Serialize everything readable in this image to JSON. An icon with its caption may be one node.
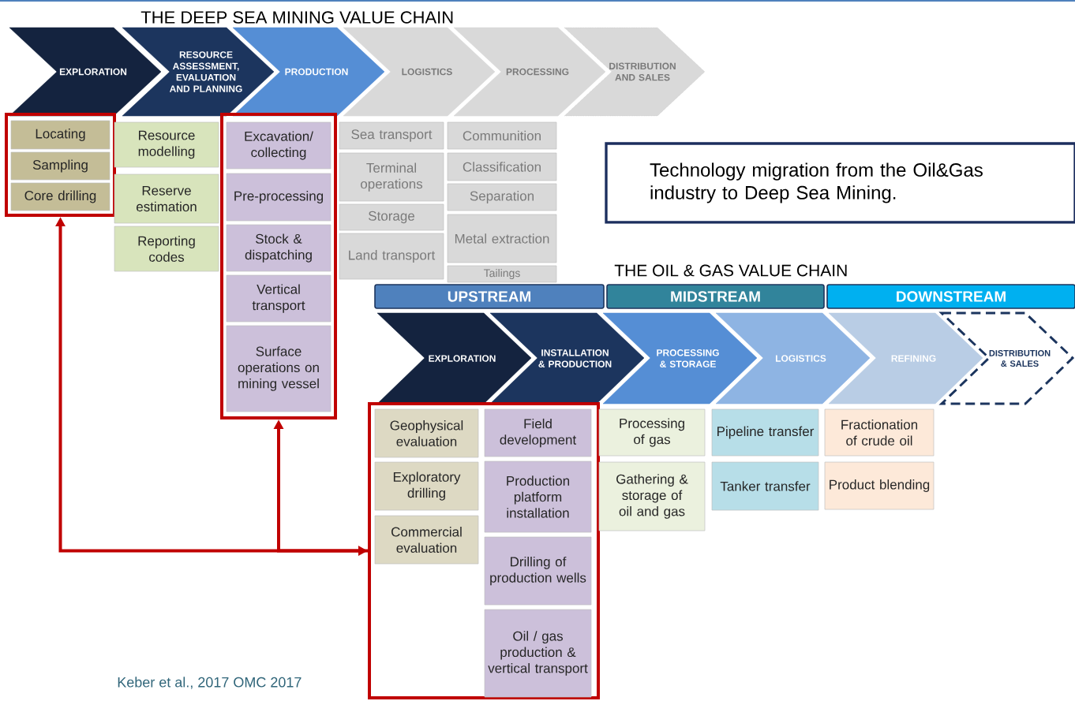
{
  "diagram": {
    "title": "THE DEEP SEA MINING VALUE CHAIN",
    "nodes": [
      {
        "text": [
          "EXPLORATION"
        ]
      },
      {
        "text": [
          "RESOURCE ASSESSMENT, EVALUATION AND PLANNING"
        ]
      },
      {
        "text": [
          "PRODUCTION"
        ]
      },
      {
        "text": [
          "LOGISTICS"
        ]
      },
      {
        "text": [
          "PROCESSING"
        ]
      },
      {
        "text": [
          "DISTRIBUTION AND SALES"
        ]
      },
      {
        "text": [],
        "shape": "box"
      },
      {
        "text": [
          "Locating"
        ],
        "in": 6
      },
      {
        "text": [
          "Sampling"
        ],
        "in": 6
      },
      {
        "text": [
          "Core drilling"
        ],
        "in": 6
      },
      {
        "text": [
          "Resource modelling"
        ]
      },
      {
        "text": [
          "Reserve estimation"
        ]
      },
      {
        "text": [
          "Reporting codes"
        ]
      },
      {
        "text": [],
        "shape": "box"
      },
      {
        "text": [
          "Excavation/ collecting"
        ],
        "in": 13
      },
      {
        "text": [
          "Pre-processing"
        ],
        "in": 13
      },
      {
        "text": [
          "Stock & dispatching"
        ],
        "in": 13
      },
      {
        "text": [
          "Vertical transport"
        ],
        "in": 13
      },
      {
        "text": [
          "Surface operations on mining vessel"
        ],
        "in": 13
      },
      {
        "text": [
          "Sea transport"
        ]
      },
      {
        "text": [
          "Terminal operations"
        ]
      },
      {
        "text": [
          "Storage"
        ]
      },
      {
        "text": [
          "Land transport"
        ]
      },
      {
        "text": [
          "Communition"
        ]
      },
      {
        "text": [
          "Classification"
        ]
      },
      {
        "text": [
          "Separation"
        ]
      },
      {
        "text": [
          "Metal extraction"
        ]
      },
      {
        "text": [
          "Tailings"
        ]
      },
      {
        "text": [
          "Technology migration from the Oil&Gas industry to Deep Sea Mining."
        ]
      },
      {
        "text": [
          "UPSTREAM"
        ]
      },
      {
        "text": [
          "MIDSTREAM"
        ]
      },
      {
        "text": [
          "DOWNSTREAM"
        ]
      },
      {
        "text": [
          "EXPLORATION"
        ]
      },
      {
        "text": [
          "INSTALLATION & PRODUCTION"
        ]
      },
      {
        "text": [
          "PROCESSING & STORAGE"
        ]
      },
      {
        "text": [
          "LOGISTICS"
        ]
      },
      {
        "text": [
          "REFINING"
        ]
      },
      {
        "text": [
          "DISTRIBUTION & SALES"
        ]
      },
      {
        "text": [],
        "shape": "box"
      },
      {
        "text": [
          "Geophysical evaluation"
        ],
        "in": 38
      },
      {
        "text": [
          "Exploratory drilling"
        ],
        "in": 38
      },
      {
        "text": [
          "Commercial evaluation"
        ],
        "in": 38
      },
      {
        "text": [
          "Field development"
        ],
        "in": 38
      },
      {
        "text": [
          "Production platform installation"
        ],
        "in": 38
      },
      {
        "text": [
          "Drilling of production wells"
        ],
        "in": 38
      },
      {
        "text": [
          "Oil / gas production & vertical transport"
        ],
        "in": 38
      },
      {
        "text": [
          "Processing of gas"
        ]
      },
      {
        "text": [
          "Gathering & storage of oil and gas"
        ]
      },
      {
        "text": [
          "Pipeline transfer"
        ]
      },
      {
        "text": [
          "Tanker transfer"
        ]
      },
      {
        "text": [
          "Fractionation of crude oil"
        ]
      },
      {
        "text": [
          "Product blending"
        ]
      }
    ],
    "edges": [
      {
        "from": 38,
        "to": 6,
        "arrow": "both"
      },
      {
        "from": 38,
        "to": 13,
        "arrow": "to"
      }
    ],
    "labels": [
      "THE OIL & GAS VALUE CHAIN",
      "Keber et al., 2017 OMC 2017"
    ]
  }
}
